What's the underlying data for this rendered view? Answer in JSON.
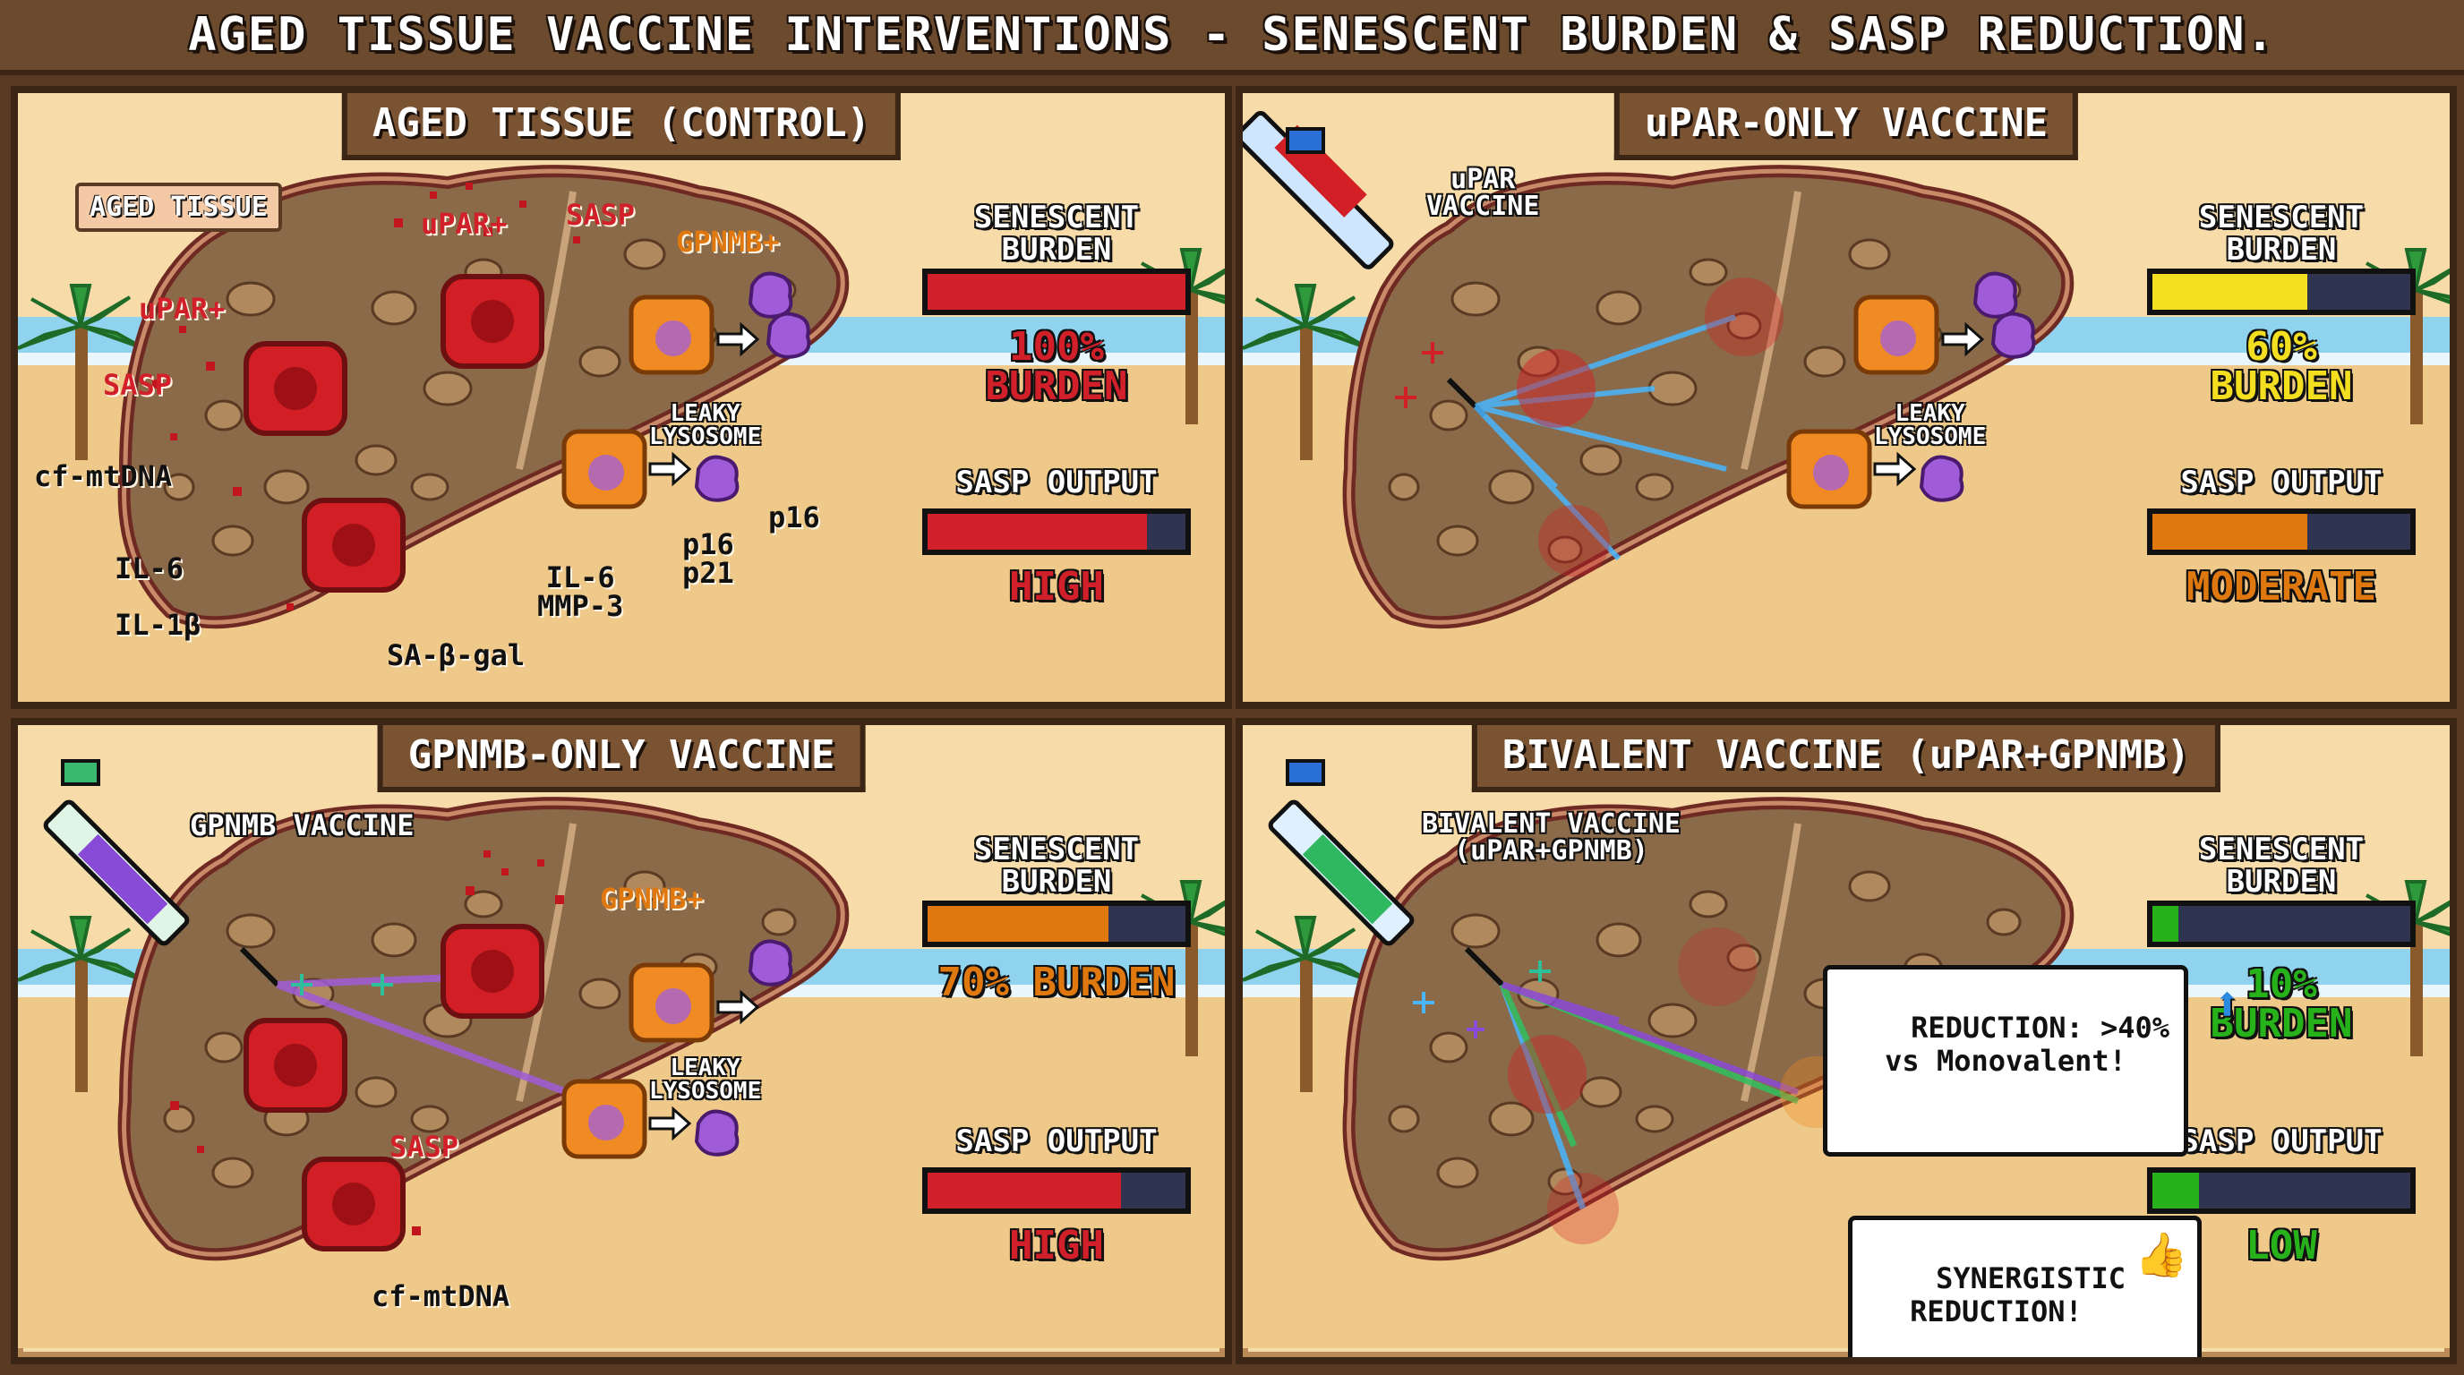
{
  "title": "AGED TISSUE VACCINE INTERVENTIONS - SENESCENT BURDEN & SASP REDUCTION.",
  "colors": {
    "red": "#d2202a",
    "orange": "#e07810",
    "yellow": "#f4de20",
    "green": "#27b21c",
    "bar_bg": "#2f3550"
  },
  "labels": {
    "senescent_burden": "SENESCENT BURDEN",
    "sasp_output": "SASP OUTPUT"
  },
  "panels": {
    "control": {
      "title": "AGED TISSUE (CONTROL)",
      "tag": "AGED TISSUE",
      "upar_top": "uPAR+",
      "sasp_top": "SASP",
      "gpnmb": "GPNMB+",
      "upar_left": "uPAR+",
      "sasp_left": "SASP",
      "cfmtdna": "cf-mtDNA",
      "il6": "IL-6",
      "il1b": "IL-1β",
      "il6_mmp3": "IL-6\nMMP-3",
      "sagal": "SA-β-gal",
      "leaky": "LEAKY\nLYSOSOME",
      "p16_right": "p16",
      "p16_p21": "p16\np21",
      "burden_fraction": 1.0,
      "burden_text": "100%\nBURDEN",
      "sasp_fraction": 0.85,
      "sasp_text": "HIGH"
    },
    "upar": {
      "title": "uPAR-ONLY VACCINE",
      "vaccine_label": "uPAR\nVACCINE",
      "leaky": "LEAKY\nLYSOSOME",
      "burden_fraction": 0.6,
      "burden_text": "60%\nBURDEN",
      "sasp_fraction": 0.6,
      "sasp_text": "MODERATE"
    },
    "gpnmb": {
      "title": "GPNMB-ONLY VACCINE",
      "vaccine_label": "GPNMB VACCINE",
      "gpnmb": "GPNMB+",
      "leaky": "LEAKY\nLYSOSOME",
      "sasp": "SASP",
      "cfmtdna": "cf-mtDNA",
      "burden_fraction": 0.7,
      "burden_text": "70% BURDEN",
      "sasp_fraction": 0.75,
      "sasp_text": "HIGH"
    },
    "bivalent": {
      "title": "BIVALENT VACCINE (uPAR+GPNMB)",
      "vaccine_label": "BIVALENT VACCINE\n(uPAR+GPNMB)",
      "reduction_callout": "REDUCTION: >40%\nvs Monovalent!",
      "synergy_callout": "SYNERGISTIC\nREDUCTION!",
      "burden_fraction": 0.1,
      "burden_text": "10%\nBURDEN",
      "sasp_fraction": 0.18,
      "sasp_text": "LOW"
    }
  }
}
